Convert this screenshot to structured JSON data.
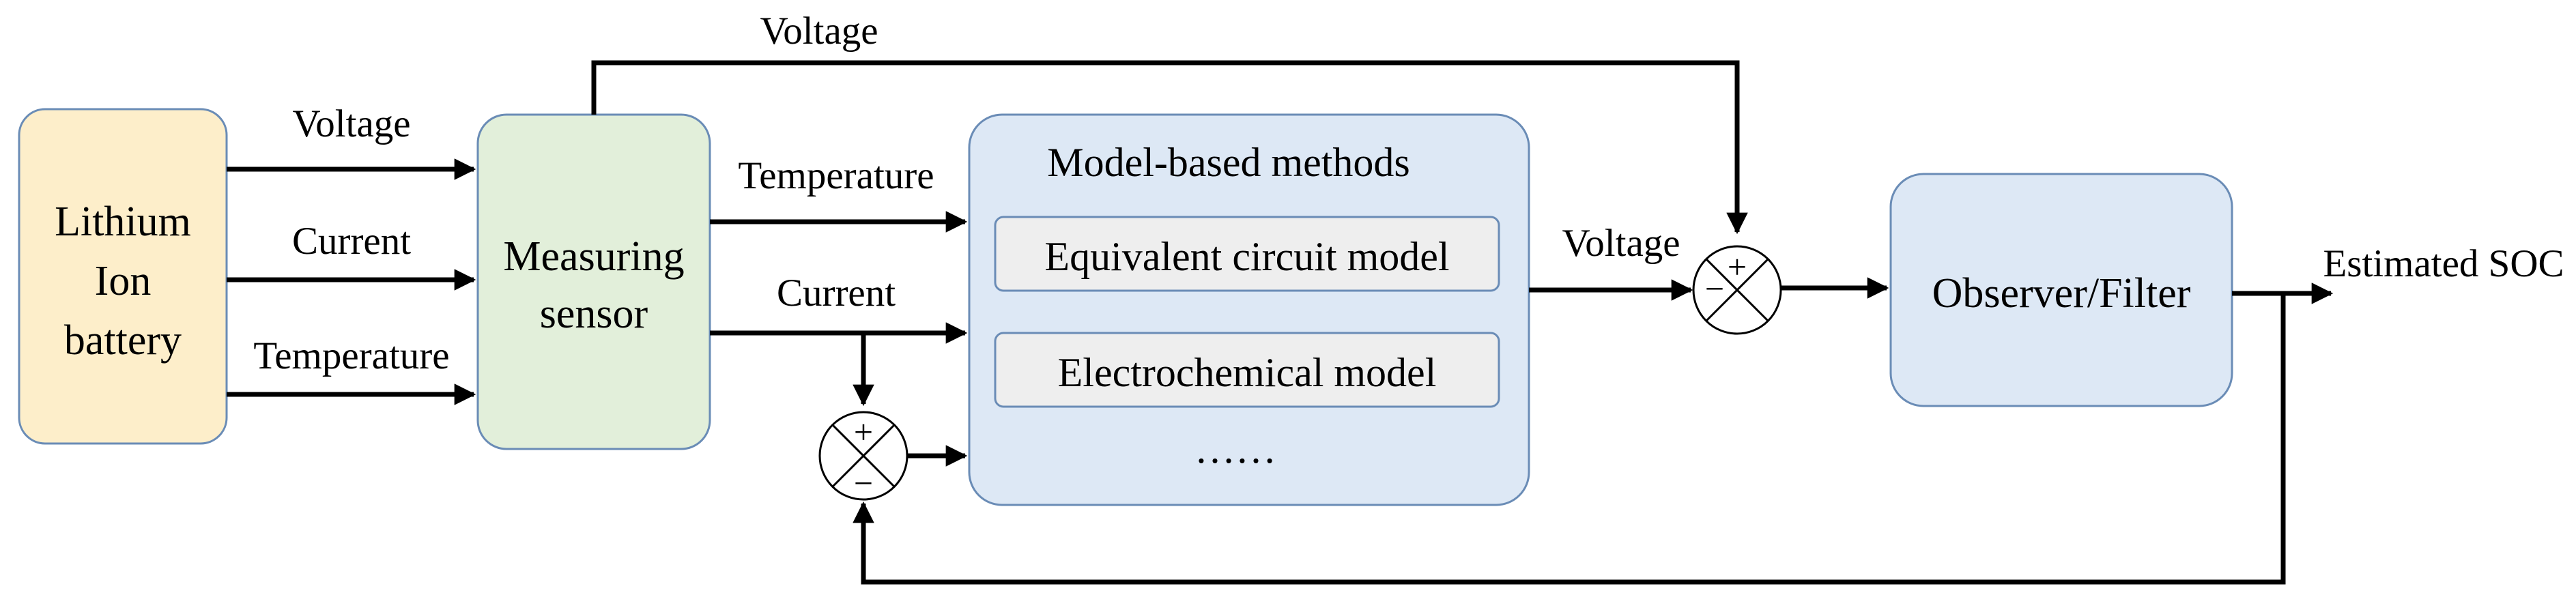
{
  "colors": {
    "battery_fill": "#fdeeca",
    "sensor_fill": "#e2efda",
    "model_fill": "#dde8f5",
    "observer_fill": "#dde8f5",
    "inner_fill": "#eeeeee",
    "border": "#6a8cb6",
    "line": "#000000"
  },
  "battery": {
    "lines": [
      "Lithium",
      "Ion",
      "battery"
    ]
  },
  "sensor": {
    "lines": [
      "Measuring",
      "sensor"
    ]
  },
  "battery_to_sensor": {
    "voltage": "Voltage",
    "current": "Current",
    "temperature": "Temperature"
  },
  "sensor_to_model": {
    "temperature": "Temperature",
    "current": "Current"
  },
  "top_feedback": {
    "label": "Voltage"
  },
  "model": {
    "title": "Model-based methods",
    "items": [
      "Equivalent circuit model",
      "Electrochemical model"
    ],
    "ellipsis": "……"
  },
  "model_output": {
    "label": "Voltage"
  },
  "observer": {
    "label": "Observer/Filter"
  },
  "output": {
    "label": "Estimated SOC"
  },
  "summing_junction_1": {
    "top_sign": "+",
    "bottom_sign": "−"
  },
  "summing_junction_2": {
    "left_sign": "−",
    "top_sign": "+"
  }
}
